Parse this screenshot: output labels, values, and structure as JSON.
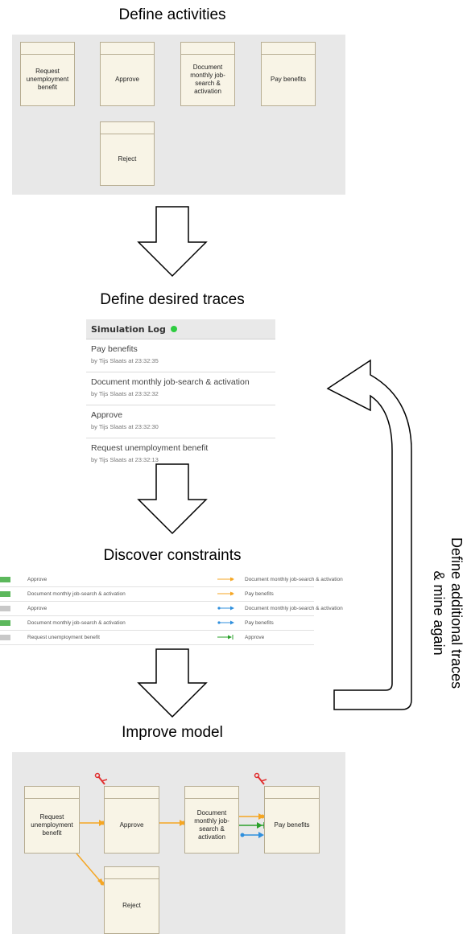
{
  "steps": {
    "define_activities": "Define activities",
    "define_traces": "Define desired traces",
    "discover_constraints": "Discover constraints",
    "improve_model": "Improve model"
  },
  "side_label": {
    "line1": "Define additional traces",
    "line2": "& mine again"
  },
  "activities_panel": {
    "a1": "Request unemployment benefit",
    "a2": "Approve",
    "a3": "Document monthly job-search & activation",
    "a4": "Pay benefits",
    "a5": "Reject"
  },
  "simulation_log": {
    "title": "Simulation Log",
    "status_color": "#2ecc40",
    "entries": [
      {
        "activity": "Pay benefits",
        "by": "by Tijs Slaats at 23:32:35"
      },
      {
        "activity": "Document monthly job-search & activation",
        "by": "by Tijs Slaats at 23:32:32"
      },
      {
        "activity": "Approve",
        "by": "by Tijs Slaats at 23:32:30"
      },
      {
        "activity": "Request unemployment benefit",
        "by": "by Tijs Slaats at 23:32:13"
      }
    ]
  },
  "constraints": [
    {
      "status": "#5cb85c",
      "from": "Approve",
      "arrow": "condition",
      "arrow_color": "#f5a623",
      "to": "Document monthly job-search & activation"
    },
    {
      "status": "#5cb85c",
      "from": "Document monthly job-search & activation",
      "arrow": "condition",
      "arrow_color": "#f5a623",
      "to": "Pay benefits"
    },
    {
      "status": "#c8c8c8",
      "from": "Approve",
      "arrow": "response",
      "arrow_color": "#2f8fdd",
      "to": "Document monthly job-search & activation"
    },
    {
      "status": "#5cb85c",
      "from": "Document monthly job-search & activation",
      "arrow": "response",
      "arrow_color": "#2f8fdd",
      "to": "Pay benefits"
    },
    {
      "status": "#c8c8c8",
      "from": "Request unemployment benefit",
      "arrow": "include",
      "arrow_color": "#2aa02a",
      "to": "Approve"
    }
  ],
  "improved_model": {
    "a1": "Request unemployment benefit",
    "a2": "Approve",
    "a3": "Document monthly job-search & activation",
    "a4": "Pay benefits",
    "a5": "Reject"
  },
  "colors": {
    "condition": "#f5a623",
    "include": "#2aa02a",
    "response": "#2f8fdd",
    "exclusion": "#e03030"
  }
}
